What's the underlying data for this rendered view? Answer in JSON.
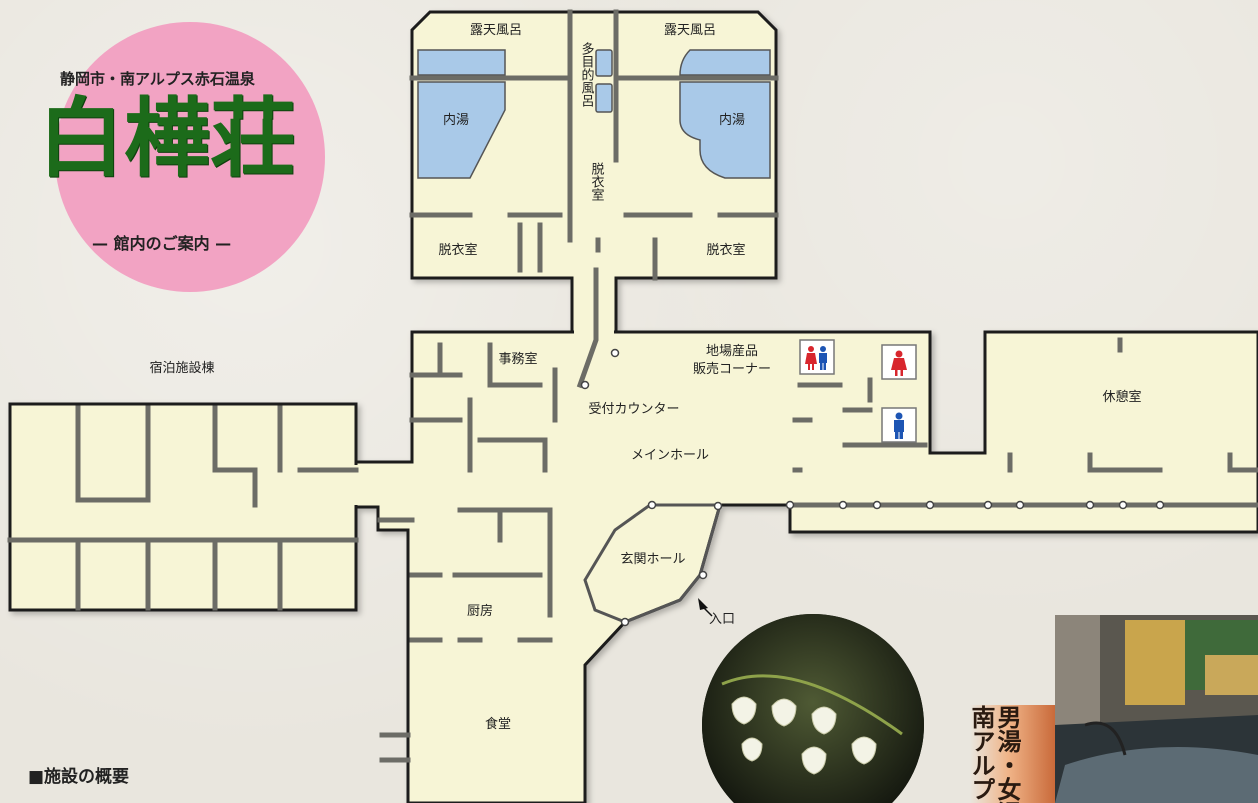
{
  "header": {
    "location": "静岡市・南アルプス赤石温泉",
    "title": "白樺荘",
    "guide": "— 館内のご案内 —"
  },
  "rooms": {
    "rotenburo_left": "露天風呂",
    "rotenburo_right": "露天風呂",
    "uchiyu_left": "内湯",
    "uchiyu_right": "内湯",
    "tamokuteki": "多目的風呂",
    "datsuishitsu_center": "脱衣室",
    "datsuishitsu_left": "脱衣室",
    "datsuishitsu_right": "脱衣室",
    "jimushitsu": "事務室",
    "jibasanpin_1": "地場産品",
    "jibasanpin_2": "販売コーナー",
    "uketsuke": "受付カウンター",
    "main_hall": "メインホール",
    "kyuukeishitsu": "休憩室",
    "shukuhaku": "宿泊施設棟",
    "genkan": "玄関ホール",
    "iriguchi": "入口",
    "chubo": "厨房",
    "shokudo": "食堂"
  },
  "footer": {
    "overview": "■施設の概要",
    "caption_line1": "男湯・女湯",
    "caption_line2": "南アルプス"
  },
  "icons": {
    "restroom": "restroom-icon",
    "female": "female-icon",
    "male": "male-icon",
    "entrance": "entrance-arrow-icon"
  },
  "colors": {
    "floor": "#f7f5d6",
    "wall": "#1a1a1a",
    "bath": "#a9c9e8",
    "title_green": "#1c6b1a",
    "pink": "#f2a3c3",
    "female_red": "#d8262d",
    "male_blue": "#1d55b4"
  }
}
